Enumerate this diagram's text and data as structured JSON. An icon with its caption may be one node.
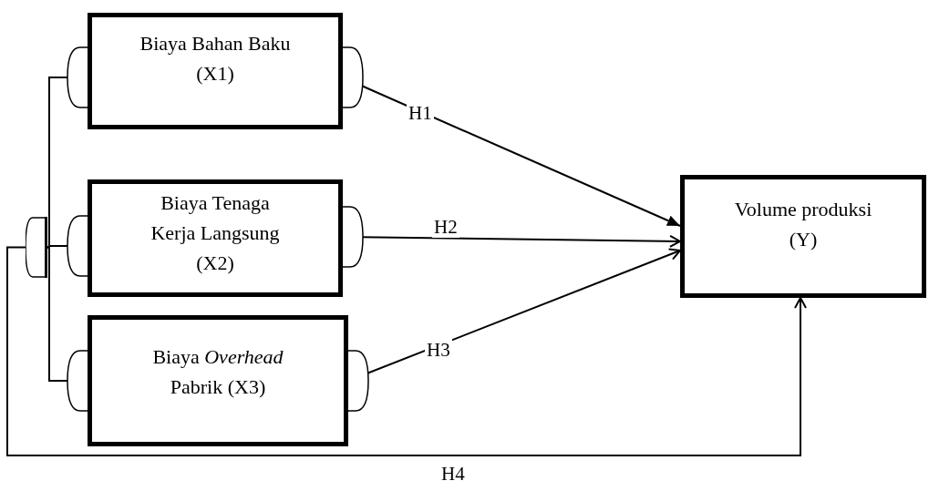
{
  "diagram": {
    "nodes": [
      {
        "text": [
          "Biaya Bahan Baku (X1)"
        ]
      },
      {
        "text": [
          "Biaya Tenaga Kerja Langsung (X2)"
        ]
      },
      {
        "text": [
          "Biaya *Overhead* Pabrik (X3)"
        ]
      },
      {
        "text": [
          "Volume produksi (Y)"
        ]
      },
      {
        "text": [],
        "shape": "bar"
      }
    ],
    "edges": [
      {
        "from": 0,
        "to": 3,
        "arrow": "to",
        "label": "H1"
      },
      {
        "from": 1,
        "to": 3,
        "arrow": "to",
        "label": "H2"
      },
      {
        "from": 2,
        "to": 3,
        "arrow": "to",
        "label": "H3"
      },
      {
        "from": 4,
        "to": 3,
        "arrow": "to",
        "label": "H4"
      },
      {
        "from": 4,
        "to": 0,
        "arrow": "none"
      },
      {
        "from": 4,
        "to": 1,
        "arrow": "none"
      },
      {
        "from": 4,
        "to": 2,
        "arrow": "none"
      }
    ]
  }
}
